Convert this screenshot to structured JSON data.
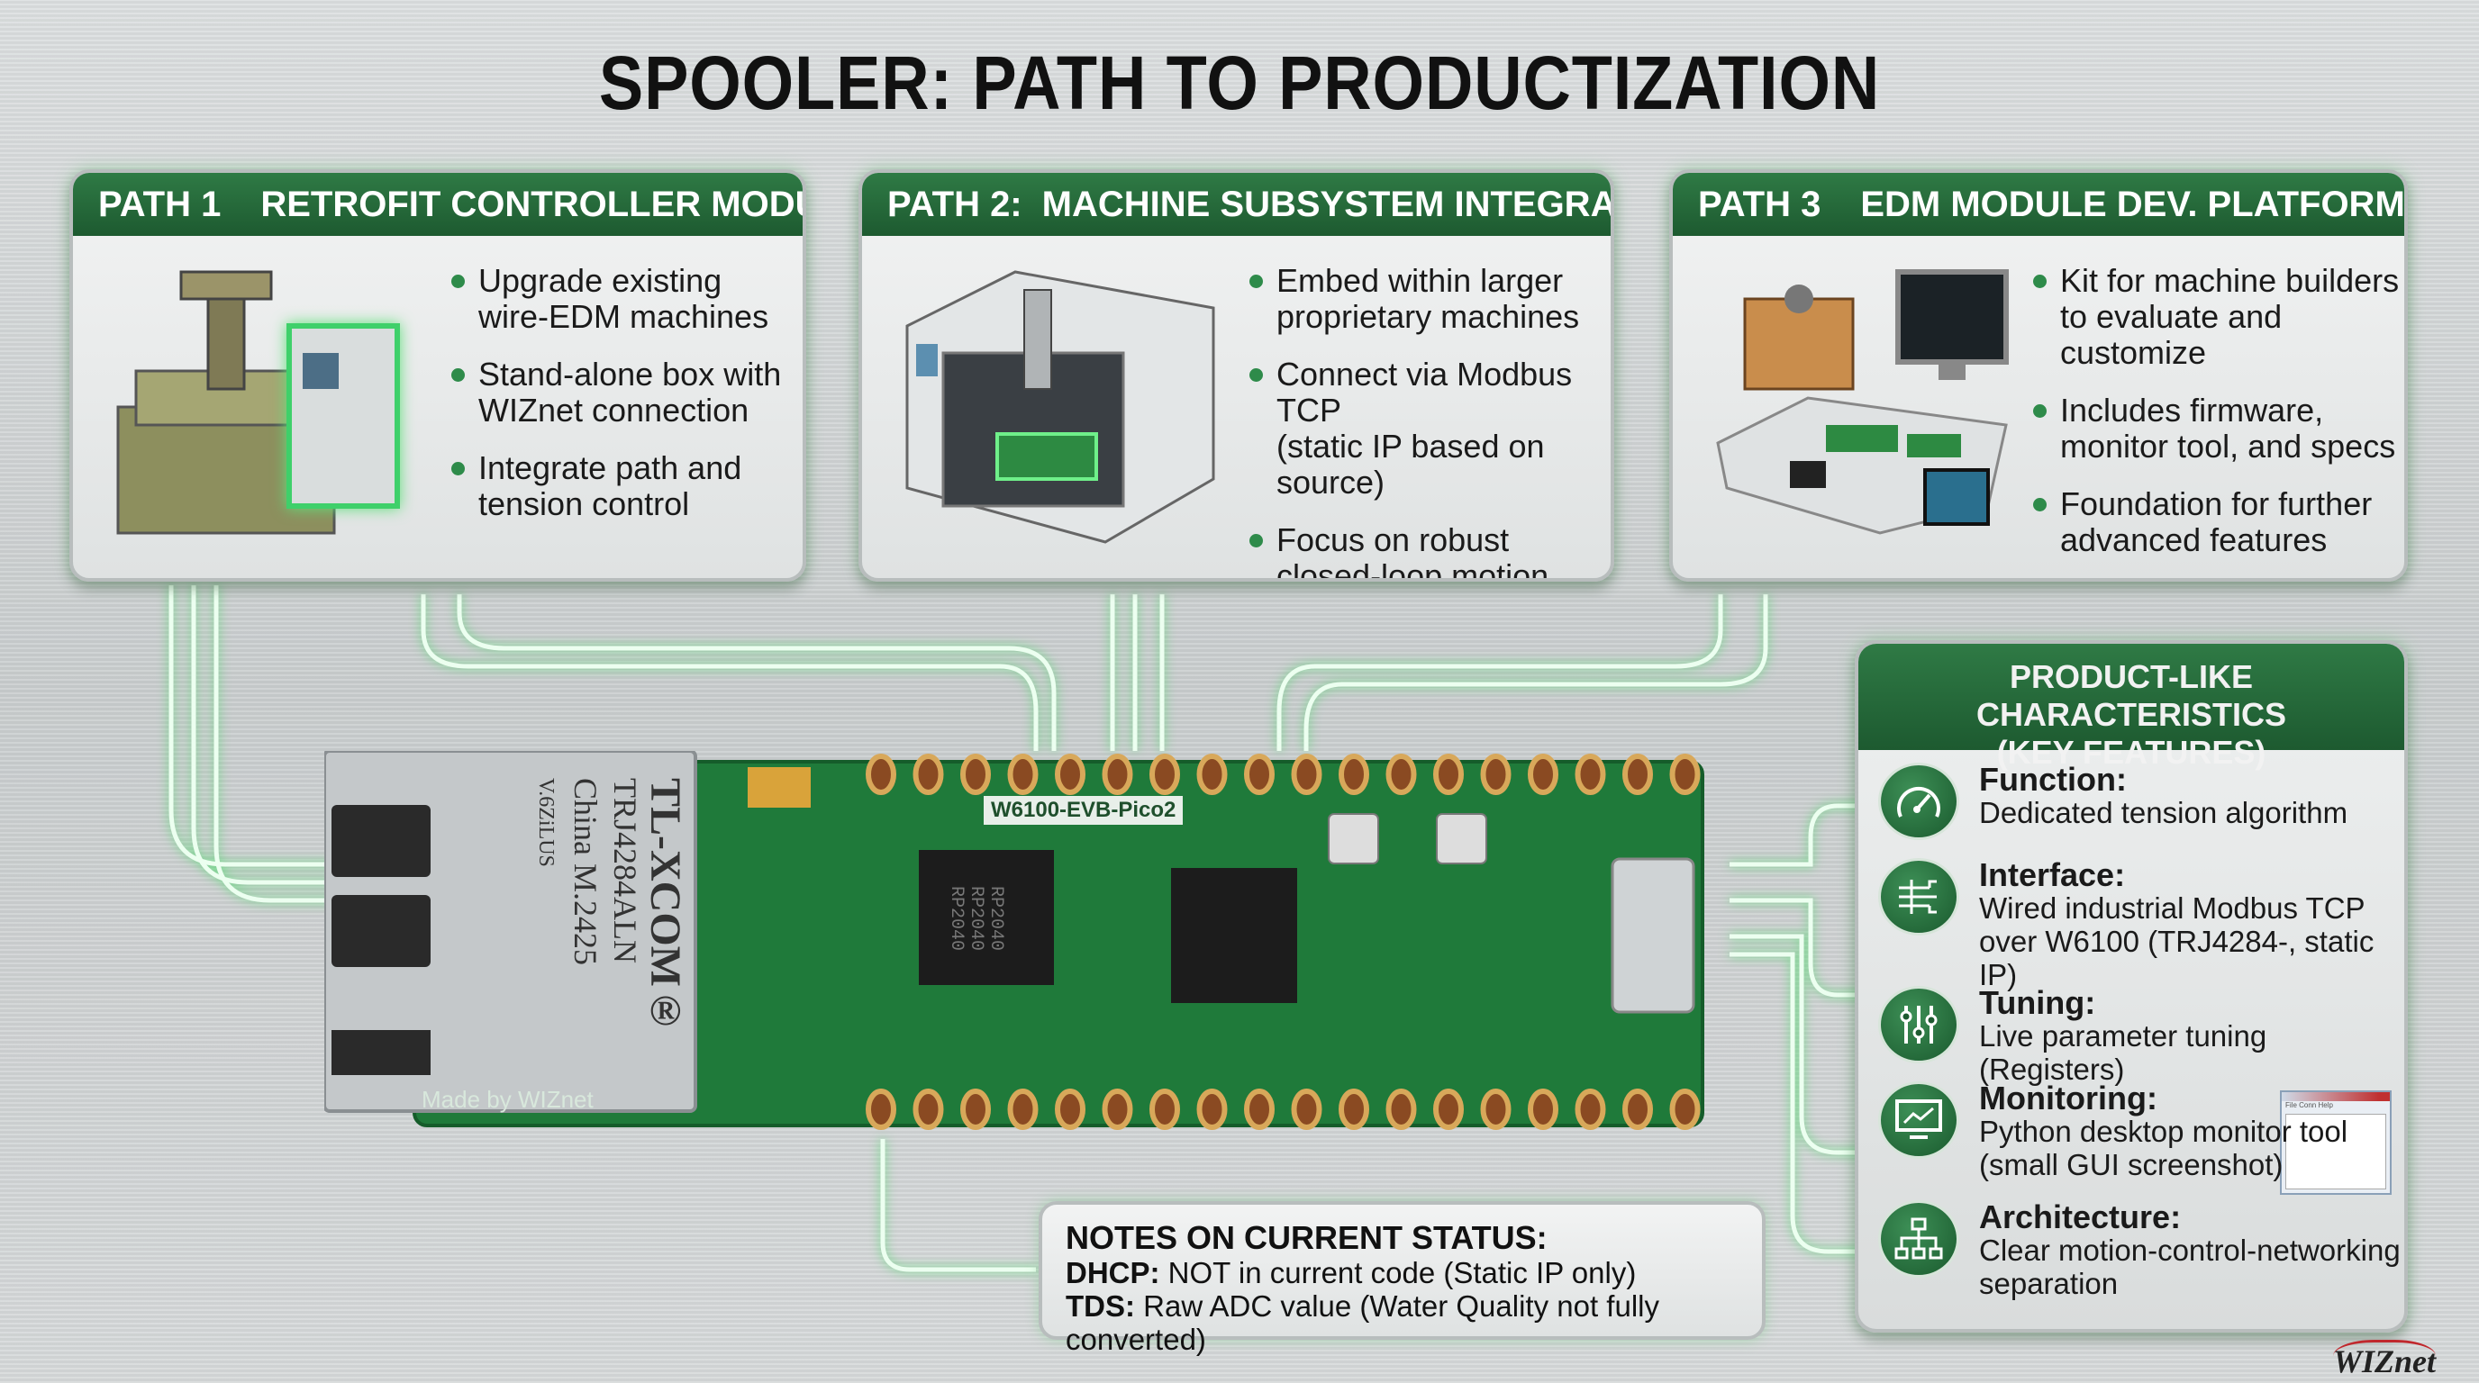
{
  "title": "SPOOLER: PATH TO PRODUCTIZATION",
  "paths": [
    {
      "num": "PATH 1",
      "name": "RETROFIT CONTROLLER MODULE",
      "bullets": [
        [
          "Upgrade existing",
          "wire-EDM machines"
        ],
        [
          "Stand-alone box with",
          "WIZnet connection"
        ],
        [
          "Integrate path and",
          "tension control"
        ]
      ]
    },
    {
      "num": "PATH 2:",
      "name": "MACHINE SUBSYSTEM INTEGRATION",
      "bullets": [
        [
          "Embed within larger",
          "proprietary machines"
        ],
        [
          "Connect via Modbus TCP",
          "(static IP based on source)"
        ],
        [
          "Focus on robust",
          "closed-loop motion"
        ]
      ]
    },
    {
      "num": "PATH 3",
      "name": "EDM MODULE DEV. PLATFORM",
      "bullets": [
        [
          "Kit for machine builders",
          "to evaluate and customize"
        ],
        [
          "Includes firmware,",
          "monitor tool, and specs"
        ],
        [
          "Foundation for further",
          "advanced features"
        ]
      ]
    }
  ],
  "board": {
    "label": "W6100-EVB-Pico2",
    "made_by": "Made by WIZnet",
    "rj45": [
      "TL-XCOM®",
      "TRJ4284ALN",
      "China M.2425",
      "V.6ZiLUS"
    ],
    "chip": [
      "RP2040",
      "RP2040",
      "RP2040"
    ]
  },
  "features": {
    "title1": "PRODUCT-LIKE CHARACTERISTICS",
    "title2": "(KEY FEATURES)",
    "items": [
      {
        "icon": "gauge-icon",
        "label": "Function:",
        "lines": [
          "Dedicated tension algorithm"
        ]
      },
      {
        "icon": "circuit-icon",
        "label": "Interface:",
        "lines": [
          "Wired industrial Modbus TCP",
          "over W6100 (TRJ4284-, static IP)"
        ]
      },
      {
        "icon": "sliders-icon",
        "label": "Tuning:",
        "lines": [
          "Live parameter tuning (Registers)"
        ]
      },
      {
        "icon": "monitor-chart-icon",
        "label": "Monitoring:",
        "lines": [
          "Python desktop monitor tool",
          "(small GUI screenshot)"
        ]
      },
      {
        "icon": "hierarchy-icon",
        "label": "Architecture:",
        "lines": [
          "Clear motion-control-networking",
          "separation"
        ]
      }
    ],
    "gui_menu": "File  Conn  Help"
  },
  "notes": {
    "title": "NOTES ON CURRENT STATUS:",
    "items": [
      {
        "k": "DHCP:",
        "v": " NOT in current code (Static IP only)"
      },
      {
        "k": "TDS:",
        "v": " Raw ADC value (Water Quality not fully converted)"
      }
    ]
  },
  "logo": "WIZnet",
  "colors": {
    "green": "#2e7a45",
    "dark_green": "#1d5a30",
    "pcb": "#1f7a3a"
  }
}
